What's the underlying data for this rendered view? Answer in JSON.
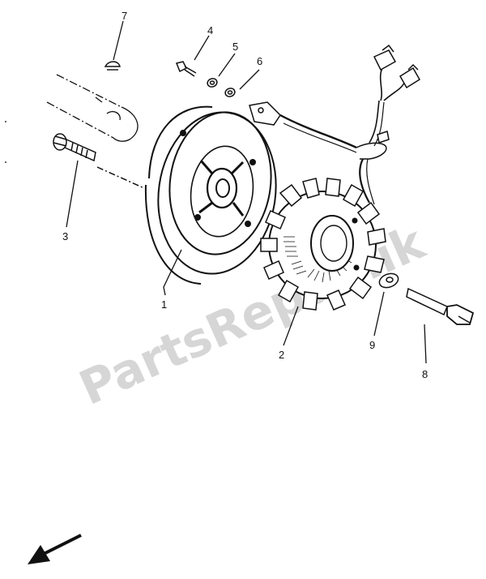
{
  "watermark": "PartsRepublik",
  "callouts": [
    {
      "id": "part-1",
      "text": "1"
    },
    {
      "id": "part-2",
      "text": "2"
    },
    {
      "id": "part-3",
      "text": "3"
    },
    {
      "id": "part-4",
      "text": "4"
    },
    {
      "id": "part-5",
      "text": "5"
    },
    {
      "id": "part-6",
      "text": "6"
    },
    {
      "id": "part-7",
      "text": "7"
    },
    {
      "id": "part-8",
      "text": "8"
    },
    {
      "id": "part-9",
      "text": "9"
    }
  ],
  "colors": {
    "ink": "#111111",
    "watermark": "#d6d6d6",
    "background": "#ffffff"
  }
}
